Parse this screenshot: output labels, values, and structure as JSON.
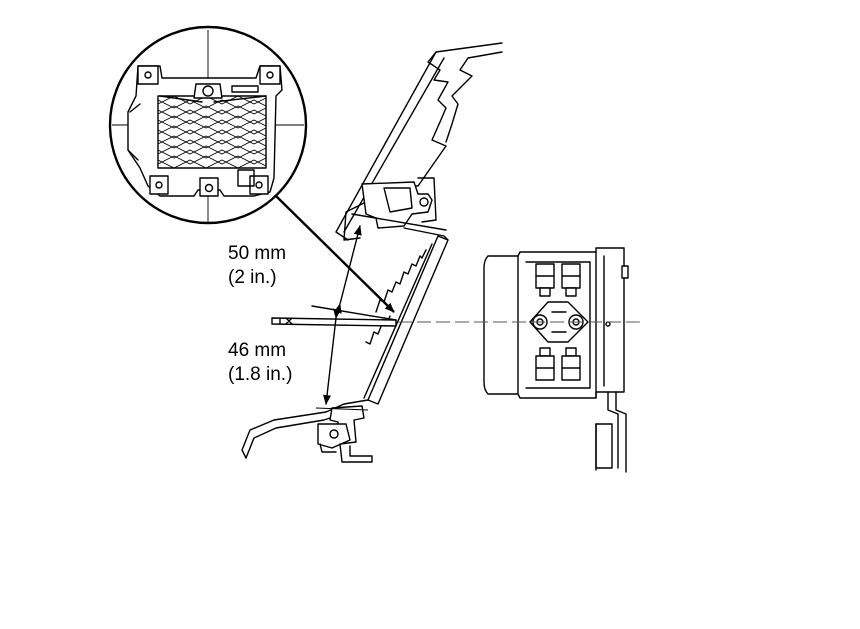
{
  "dimensions": {
    "upper": {
      "metric": "50 mm",
      "imperial": "(2 in.)"
    },
    "lower": {
      "metric": "46 mm",
      "imperial": "(1.8 in.)"
    }
  },
  "icons": [
    "detail-magnifier-icon",
    "headlamp-aim-target-icon",
    "arrowhead-icon"
  ],
  "colors": {
    "line": "#000000",
    "background": "#ffffff",
    "centerline": "#555555"
  }
}
